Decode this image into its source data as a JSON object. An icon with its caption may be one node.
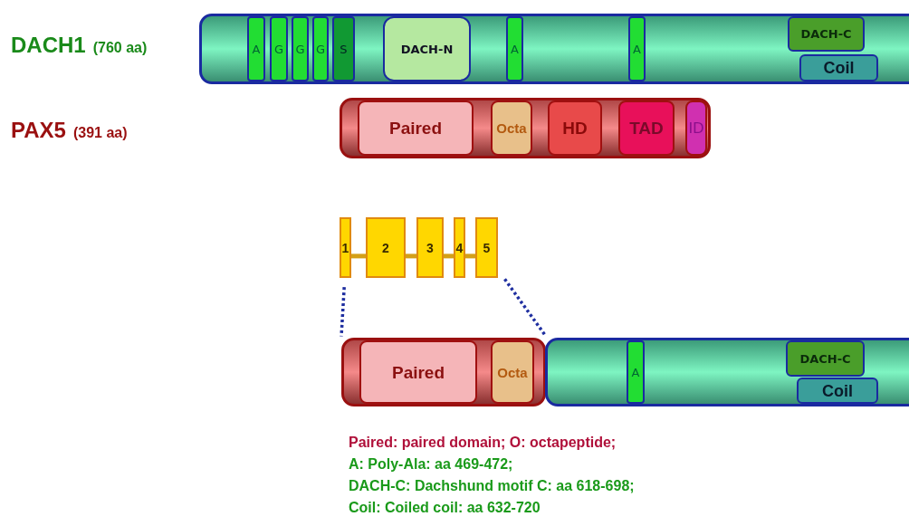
{
  "diagram": {
    "nodes": [
      {
        "text": [],
        "shape": "bar",
        "beside": [
          "DACH1",
          "(760 aa)"
        ]
      },
      {
        "text": [
          "A"
        ],
        "in": 0
      },
      {
        "text": [
          "G"
        ],
        "in": 0
      },
      {
        "text": [
          "G"
        ],
        "in": 0
      },
      {
        "text": [
          "G"
        ],
        "in": 0
      },
      {
        "text": [
          "S"
        ],
        "in": 0
      },
      {
        "text": [
          "DACH-N"
        ],
        "in": 0
      },
      {
        "text": [
          "A"
        ],
        "in": 0
      },
      {
        "text": [
          "A"
        ],
        "in": 0
      },
      {
        "text": [
          "DACH-C"
        ],
        "in": 0
      },
      {
        "text": [
          "Coil"
        ],
        "in": 0
      },
      {
        "text": [],
        "shape": "bar",
        "beside": [
          "PAX5",
          "(391 aa)"
        ]
      },
      {
        "text": [
          "Paired"
        ],
        "in": 11
      },
      {
        "text": [
          "Octa"
        ],
        "in": 11
      },
      {
        "text": [
          "HD"
        ],
        "in": 11
      },
      {
        "text": [
          "TAD"
        ],
        "in": 11
      },
      {
        "text": [
          "ID"
        ],
        "in": 11
      },
      {
        "text": [
          "1"
        ]
      },
      {
        "text": [
          "2"
        ]
      },
      {
        "text": [
          "3"
        ]
      },
      {
        "text": [
          "4"
        ]
      },
      {
        "text": [
          "5"
        ]
      },
      {
        "text": [],
        "shape": "bar"
      },
      {
        "text": [
          "Paired"
        ],
        "in": 22
      },
      {
        "text": [
          "Octa"
        ],
        "in": 22
      },
      {
        "text": [],
        "shape": "bar"
      },
      {
        "text": [
          "A"
        ],
        "in": 25
      },
      {
        "text": [
          "DACH-C"
        ],
        "in": 25
      },
      {
        "text": [
          "Coil"
        ],
        "in": 25
      }
    ],
    "edges": [
      {
        "from": 17,
        "to": 18,
        "arrow": "none"
      },
      {
        "from": 18,
        "to": 19,
        "arrow": "none"
      },
      {
        "from": 19,
        "to": 20,
        "arrow": "none"
      },
      {
        "from": 20,
        "to": 21,
        "arrow": "none"
      },
      {
        "from": 17,
        "to": 22,
        "arrow": "none",
        "style": "dashed",
        "color": "#1f2fa0"
      },
      {
        "from": 21,
        "to": 22,
        "arrow": "none",
        "style": "dashed",
        "color": "#1f2fa0"
      }
    ],
    "labels": [
      "Paired: paired domain; O: octapeptide;",
      "A: Poly-Ala: aa 469-472;",
      "DACH-C: Dachshund motif C: aa 618-698;",
      "Coil: Coiled coil: aa 632-720"
    ]
  }
}
